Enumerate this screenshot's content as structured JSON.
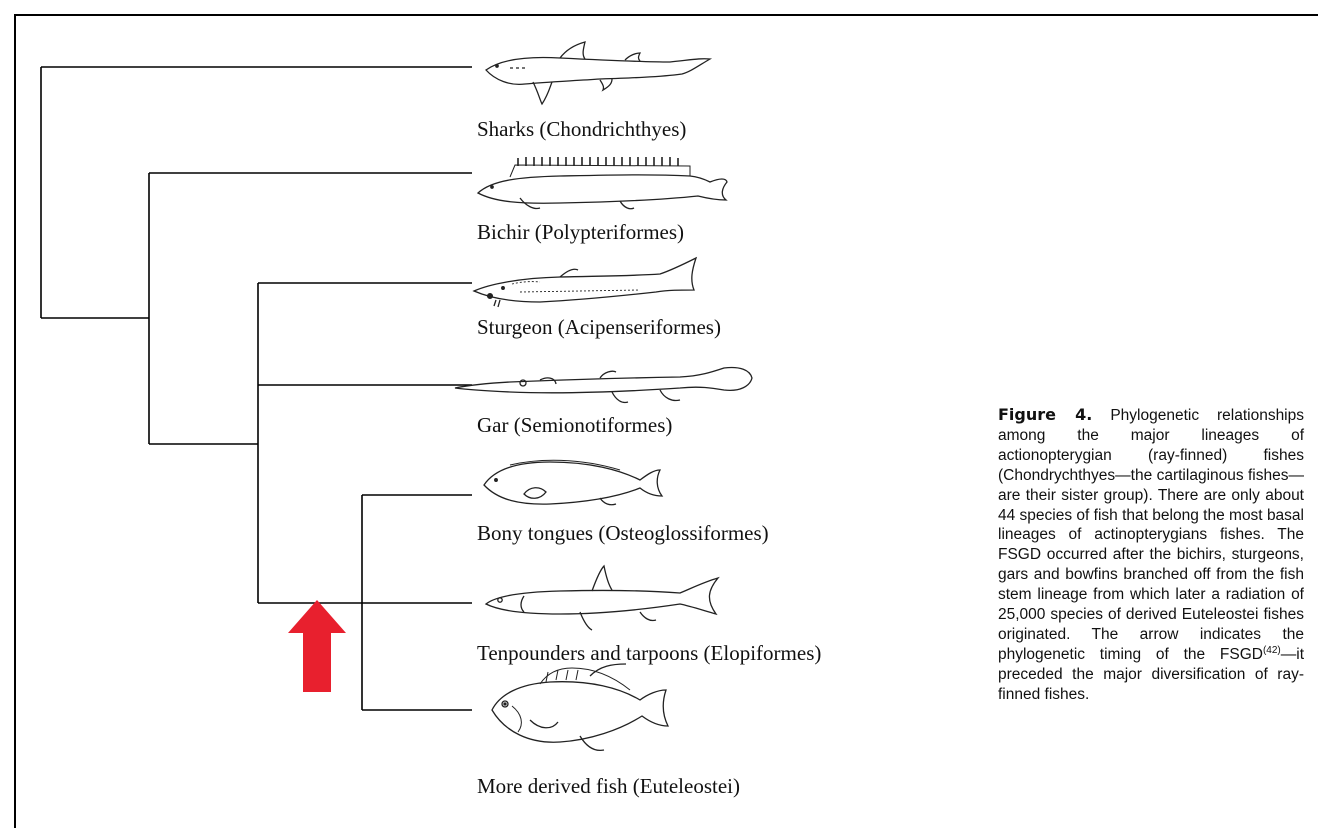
{
  "colors": {
    "arrow": "#e8202e",
    "line": "#000000"
  },
  "taxa": [
    {
      "label": "Sharks (Chondrichthyes)",
      "icon": "shark-icon"
    },
    {
      "label": "Bichir (Polypteriformes)",
      "icon": "bichir-icon"
    },
    {
      "label": "Sturgeon (Acipenseriformes)",
      "icon": "sturgeon-icon"
    },
    {
      "label": "Gar (Semionotiformes)",
      "icon": "gar-icon"
    },
    {
      "label": "Bony tongues (Osteoglossiformes)",
      "icon": "bony-tongue-icon"
    },
    {
      "label": "Tenpounders and tarpoons (Elopiformes)",
      "icon": "tarpon-icon"
    },
    {
      "label": "More derived fish (Euteleostei)",
      "icon": "perch-icon"
    }
  ],
  "caption": {
    "figure_label": "Figure 4.",
    "text_before_ref": "Phylogenetic relationships among the major lineages of actionopterygian (ray-finned) fishes (Chondrychthyes—the cartilaginous fishes—are their sister group). There are only about 44 species of fish that belong the most basal lineages of actinopterygians fishes. The FSGD occurred after the bichirs, sturgeons, gars and bowfins branched off from the fish stem lineage from which later a radiation of 25,000 species of derived Euteleostei fishes originated. The arrow indicates the phylogenetic timing of the FSGD",
    "ref": "(42)",
    "text_after_ref": "—it preceded the major diversification of ray-finned fishes."
  }
}
